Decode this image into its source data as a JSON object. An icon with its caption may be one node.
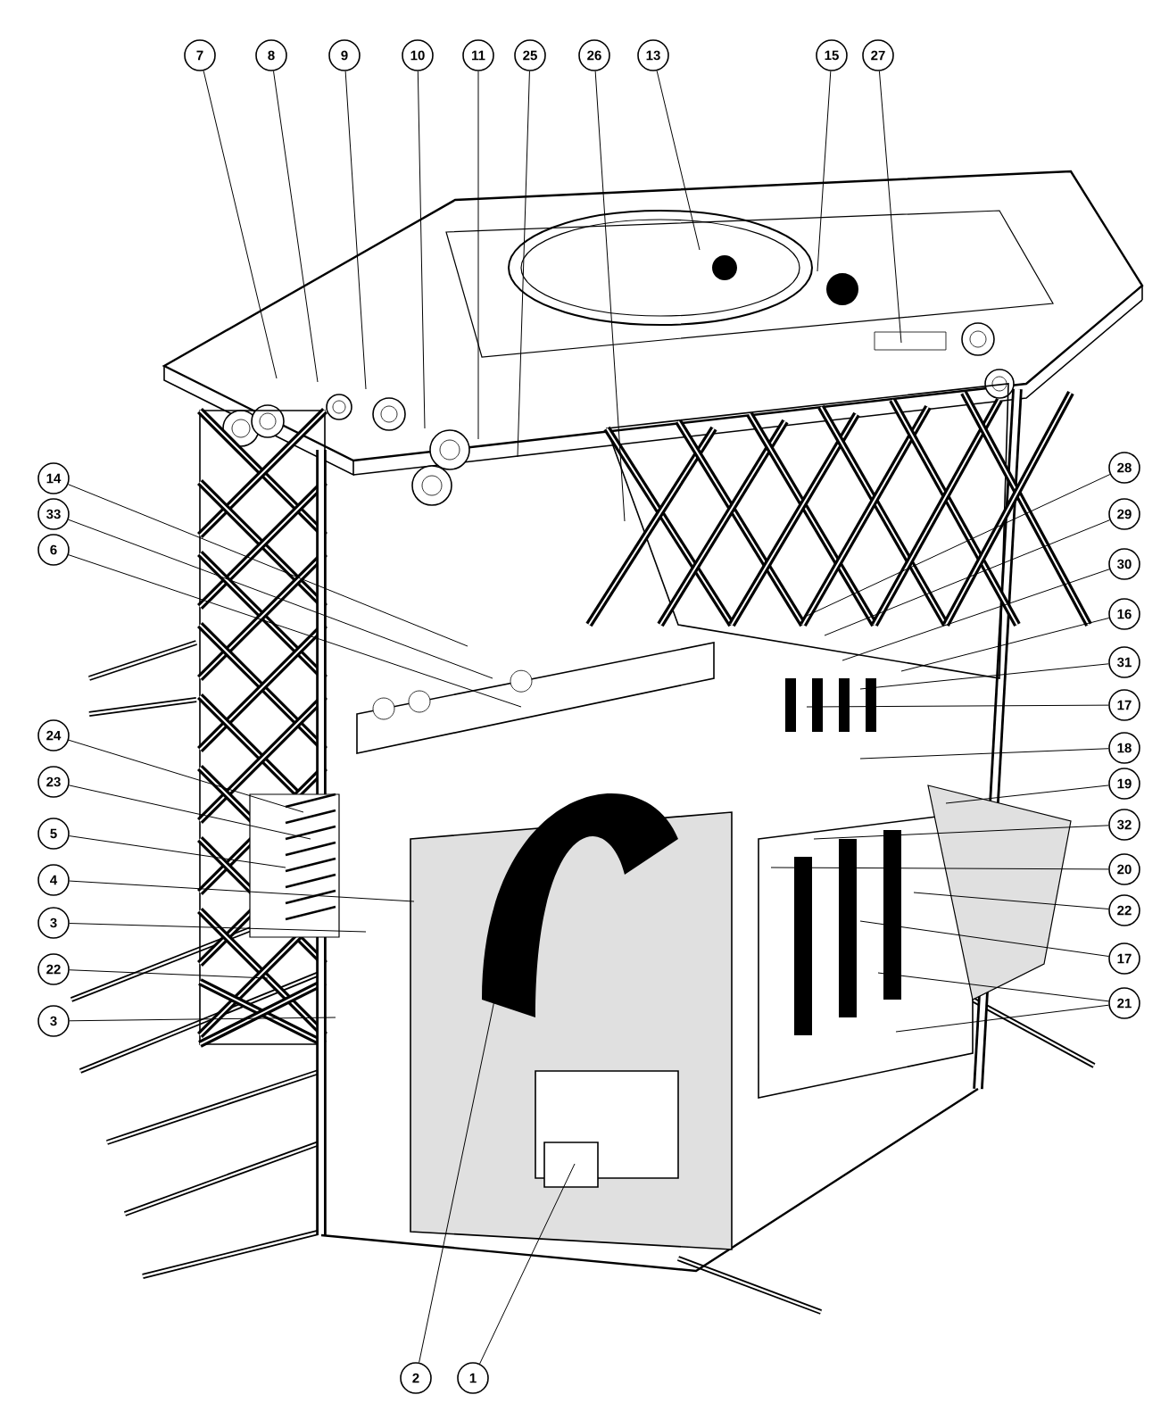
{
  "diagram": {
    "nodes": [
      {
        "text": [
          "7"
        ]
      },
      {
        "text": [
          "8"
        ]
      },
      {
        "text": [
          "9"
        ]
      },
      {
        "text": [
          "10"
        ]
      },
      {
        "text": [
          "11"
        ]
      },
      {
        "text": [
          "25"
        ]
      },
      {
        "text": [
          "26"
        ]
      },
      {
        "text": [
          "13"
        ]
      },
      {
        "text": [
          "15"
        ]
      },
      {
        "text": [
          "27"
        ]
      },
      {
        "text": [
          "14"
        ]
      },
      {
        "text": [
          "33"
        ]
      },
      {
        "text": [
          "6"
        ]
      },
      {
        "text": [
          "24"
        ]
      },
      {
        "text": [
          "23"
        ]
      },
      {
        "text": [
          "5"
        ]
      },
      {
        "text": [
          "4"
        ]
      },
      {
        "text": [
          "3"
        ]
      },
      {
        "text": [
          "22"
        ]
      },
      {
        "text": [
          "3"
        ]
      },
      {
        "text": [
          "28"
        ]
      },
      {
        "text": [
          "29"
        ]
      },
      {
        "text": [
          "30"
        ]
      },
      {
        "text": [
          "16"
        ]
      },
      {
        "text": [
          "31"
        ]
      },
      {
        "text": [
          "17"
        ]
      },
      {
        "text": [
          "18"
        ]
      },
      {
        "text": [
          "19"
        ]
      },
      {
        "text": [
          "32"
        ]
      },
      {
        "text": [
          "20"
        ]
      },
      {
        "text": [
          "22"
        ]
      },
      {
        "text": [
          "17"
        ]
      },
      {
        "text": [
          "21"
        ]
      },
      {
        "text": [
          "2"
        ]
      },
      {
        "text": [
          "1"
        ]
      }
    ],
    "edges": [
      {
        "from": 0,
        "to": null,
        "arrow": "none"
      },
      {
        "from": 1,
        "to": null,
        "arrow": "none"
      },
      {
        "from": 2,
        "to": null,
        "arrow": "none"
      },
      {
        "from": 3,
        "to": null,
        "arrow": "none"
      },
      {
        "from": 4,
        "to": null,
        "arrow": "none"
      },
      {
        "from": 5,
        "to": null,
        "arrow": "none"
      },
      {
        "from": 6,
        "to": null,
        "arrow": "none"
      },
      {
        "from": 7,
        "to": null,
        "arrow": "none"
      },
      {
        "from": 8,
        "to": null,
        "arrow": "none"
      },
      {
        "from": 9,
        "to": null,
        "arrow": "none"
      },
      {
        "from": 10,
        "to": null,
        "arrow": "none"
      },
      {
        "from": 11,
        "to": null,
        "arrow": "none"
      },
      {
        "from": 12,
        "to": null,
        "arrow": "none"
      },
      {
        "from": 13,
        "to": null,
        "arrow": "none"
      },
      {
        "from": 14,
        "to": null,
        "arrow": "none"
      },
      {
        "from": 15,
        "to": null,
        "arrow": "none"
      },
      {
        "from": 16,
        "to": null,
        "arrow": "none"
      },
      {
        "from": 17,
        "to": null,
        "arrow": "none"
      },
      {
        "from": 18,
        "to": null,
        "arrow": "none"
      },
      {
        "from": 19,
        "to": null,
        "arrow": "none"
      },
      {
        "from": 20,
        "to": null,
        "arrow": "none"
      },
      {
        "from": 21,
        "to": null,
        "arrow": "none"
      },
      {
        "from": 22,
        "to": null,
        "arrow": "none"
      },
      {
        "from": 23,
        "to": null,
        "arrow": "none"
      },
      {
        "from": 24,
        "to": null,
        "arrow": "none"
      },
      {
        "from": 25,
        "to": null,
        "arrow": "none"
      },
      {
        "from": 26,
        "to": null,
        "arrow": "none"
      },
      {
        "from": 27,
        "to": null,
        "arrow": "none"
      },
      {
        "from": 28,
        "to": null,
        "arrow": "none"
      },
      {
        "from": 29,
        "to": null,
        "arrow": "none"
      },
      {
        "from": 30,
        "to": null,
        "arrow": "none"
      },
      {
        "from": 31,
        "to": null,
        "arrow": "none"
      },
      {
        "from": 32,
        "to": null,
        "arrow": "none"
      },
      {
        "from": 32,
        "to": null,
        "arrow": "none"
      },
      {
        "from": 33,
        "to": null,
        "arrow": "none"
      },
      {
        "from": 34,
        "to": null,
        "arrow": "none"
      }
    ]
  }
}
